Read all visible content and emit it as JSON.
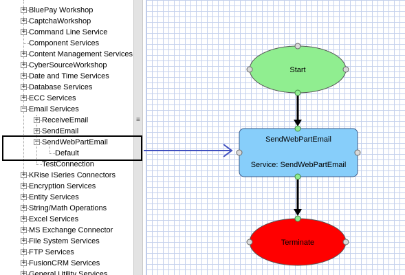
{
  "tree": {
    "items": [
      {
        "label": "BluePay Workshop",
        "expander": "+",
        "level": 0
      },
      {
        "label": "CaptchaWorkshop",
        "expander": "+",
        "level": 0
      },
      {
        "label": "Command Line Service",
        "expander": "+",
        "level": 0
      },
      {
        "label": "Component Services",
        "expander": "",
        "level": 0
      },
      {
        "label": "Content Management Services",
        "expander": "+",
        "level": 0
      },
      {
        "label": "CyberSourceWorkshop",
        "expander": "+",
        "level": 0
      },
      {
        "label": "Date and Time Services",
        "expander": "+",
        "level": 0
      },
      {
        "label": "Database Services",
        "expander": "+",
        "level": 0
      },
      {
        "label": "ECC Services",
        "expander": "+",
        "level": 0
      },
      {
        "label": "Email Services",
        "expander": "−",
        "level": 0
      },
      {
        "label": "ReceiveEmail",
        "expander": "+",
        "level": 1
      },
      {
        "label": "SendEmail",
        "expander": "+",
        "level": 1
      },
      {
        "label": "SendWebPartEmail",
        "expander": "−",
        "level": 1
      },
      {
        "label": "Default",
        "expander": "",
        "level": 2
      },
      {
        "label": "TestConnection",
        "expander": "",
        "level": 1
      },
      {
        "label": "KRise ISeries Connectors",
        "expander": "+",
        "level": 0
      },
      {
        "label": "Encryption Services",
        "expander": "+",
        "level": 0
      },
      {
        "label": "Entity Services",
        "expander": "+",
        "level": 0
      },
      {
        "label": "String/Math Operations",
        "expander": "+",
        "level": 0
      },
      {
        "label": "Excel Services",
        "expander": "+",
        "level": 0
      },
      {
        "label": "MS Exchange Connector",
        "expander": "+",
        "level": 0
      },
      {
        "label": "File System Services",
        "expander": "+",
        "level": 0
      },
      {
        "label": "FTP Services",
        "expander": "+",
        "level": 0
      },
      {
        "label": "FusionCRM Services",
        "expander": "+",
        "level": 0
      },
      {
        "label": "General Utility Services",
        "expander": "+",
        "level": 0
      }
    ]
  },
  "splitter": {
    "grip": "≡"
  },
  "workflow": {
    "start": {
      "label": "Start",
      "fill": "#90ee90"
    },
    "activity": {
      "title": "SendWebPartEmail",
      "service_line": "Service: SendWebPartEmail",
      "fill": "#87cefa"
    },
    "terminate": {
      "label": "Terminate",
      "fill": "#ff0000"
    }
  },
  "colors": {
    "grid": "#c4d0ec",
    "arrow": "#3f4fbf",
    "connector": "#000000"
  }
}
